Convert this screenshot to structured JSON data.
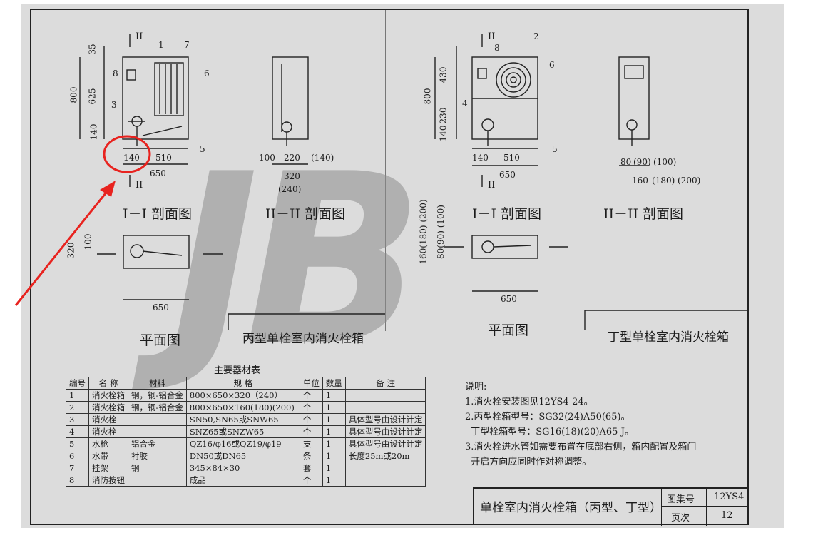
{
  "left": {
    "dims": {
      "d35": "35",
      "d625": "625",
      "d800": "800",
      "d140v": "140",
      "d140": "140",
      "d510": "510",
      "d650": "650",
      "d100": "100",
      "d220": "220",
      "d140p": "(140)",
      "d320": "320",
      "d240p": "(240)",
      "d320v": "320",
      "d100v": "100",
      "d650b": "650"
    },
    "callouts": {
      "c1": "1",
      "c7": "7",
      "c8": "8",
      "c6": "6",
      "c3": "3",
      "c5": "5"
    },
    "section_marks": {
      "top": "II",
      "bottom": "II"
    },
    "view_section_1": "I－I 剖面图",
    "view_section_2": "II－II 剖面图",
    "plan_label": "平面图",
    "type_title": "丙型单栓室内消火栓箱"
  },
  "right": {
    "dims": {
      "d430": "430",
      "d800": "800",
      "d230": "230",
      "d140v": "140",
      "d140": "140",
      "d510": "510",
      "d650": "650",
      "d80": "80",
      "d90p": "(90)",
      "d100p": "(100)",
      "d160": "160",
      "d180p": "(180)",
      "d200p": "(200)",
      "dv1": "160(180) (200)",
      "dv2": "80(90) (100)",
      "d650b": "650"
    },
    "callouts": {
      "c2": "2",
      "c8": "8",
      "c6": "6",
      "c4": "4",
      "c5": "5"
    },
    "section_marks": {
      "top": "II",
      "bottom": "II"
    },
    "view_section_1": "I－I 剖面图",
    "view_section_2": "II－II 剖面图",
    "plan_label": "平面图",
    "type_title": "丁型单栓室内消火栓箱"
  },
  "watermark": "JB",
  "parts_table": {
    "caption": "主要器材表",
    "headers": [
      "编号",
      "名  称",
      "材料",
      "规    格",
      "单位",
      "数量",
      "备  注"
    ],
    "rows": [
      [
        "1",
        "消火栓箱",
        "钢，钢-铝合金",
        "800×650×320（240）",
        "个",
        "1",
        ""
      ],
      [
        "2",
        "消火栓箱",
        "钢，钢-铝合金",
        "800×650×160(180)(200)",
        "个",
        "1",
        ""
      ],
      [
        "3",
        "消火栓",
        "",
        "SN50,SN65或SNW65",
        "个",
        "1",
        "具体型号由设计计定"
      ],
      [
        "4",
        "消火栓",
        "",
        "SNZ65或SNZW65",
        "个",
        "1",
        "具体型号由设计计定"
      ],
      [
        "5",
        "水枪",
        "铝合金",
        "QZ16/φ16或QZ19/φ19",
        "支",
        "1",
        "具体型号由设计计定"
      ],
      [
        "6",
        "水带",
        "衬胶",
        "DN50或DN65",
        "条",
        "1",
        "长度25m或20m"
      ],
      [
        "7",
        "挂架",
        "钢",
        "345×84×30",
        "套",
        "1",
        ""
      ],
      [
        "8",
        "消防按钮",
        "",
        "成品",
        "个",
        "1",
        ""
      ]
    ]
  },
  "notes": {
    "title": "说明:",
    "lines": [
      "1.消火栓安装图见12YS4-24。",
      "2.丙型栓箱型号：SG32(24)A50(65)。",
      "  丁型栓箱型号：SG16(18)(20)A65-J。",
      "3.消火栓进水管如需要布置在底部右侧，箱内配置及箱门",
      "  开启方向应同时作对称调整。"
    ]
  },
  "title_block": {
    "title": "单栓室内消火栓箱（丙型、丁型）",
    "atlas_label": "图集号",
    "atlas_value": "12YS4",
    "page_label": "页次",
    "page_value": "12"
  },
  "colors": {
    "annotation": "#e8231f",
    "paper": "#dcdcdc",
    "ink": "#1c1c1c"
  }
}
